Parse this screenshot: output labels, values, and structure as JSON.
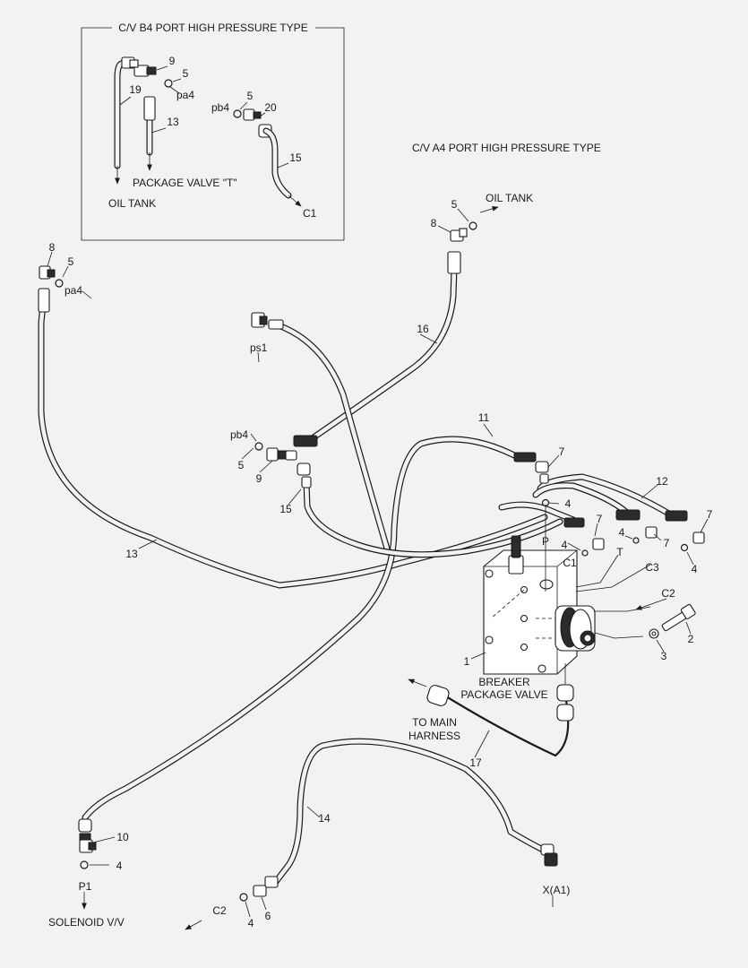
{
  "inset": {
    "title": "C/V B4 PORT HIGH PRESSURE TYPE",
    "oil_tank": "OIL TANK",
    "package_valve_t": "PACKAGE VALVE \"T\"",
    "c1": "C1",
    "pa4": "pa4",
    "pb4": "pb4",
    "callouts": {
      "n9": "9",
      "n5a": "5",
      "n19": "19",
      "n13": "13",
      "n5b": "5",
      "n20": "20",
      "n15": "15"
    }
  },
  "main": {
    "a4_title": "C/V A4 PORT HIGH PRESSURE TYPE",
    "oil_tank": "OIL TANK",
    "pa4": "pa4",
    "ps1": "ps1",
    "pb4": "pb4",
    "ports": {
      "p": "P",
      "t": "T",
      "c1": "C1",
      "c2": "C2",
      "c3": "C3",
      "p1": "P1",
      "c2_bottom": "C2",
      "xa1": "X(A1)"
    },
    "breaker_line1": "BREAKER",
    "breaker_line2": "PACKAGE VALVE",
    "to_main_line1": "TO MAIN",
    "to_main_line2": "HARNESS",
    "solenoid": "SOLENOID V/V",
    "callouts": {
      "n8a": "8",
      "n5a": "5",
      "n5b": "5",
      "n8b": "8",
      "n16": "16",
      "n11": "11",
      "n5c": "5",
      "n9": "9",
      "n15": "15",
      "n7a": "7",
      "n4a": "4",
      "n12": "12",
      "n7b": "7",
      "n4b": "4",
      "n7c": "7",
      "n4c": "4",
      "n7d": "7",
      "n4d": "4",
      "n13": "13",
      "n1": "1",
      "n2": "2",
      "n3": "3",
      "n17": "17",
      "n14": "14",
      "n10": "10",
      "n4e": "4",
      "n4f": "4",
      "n6": "6"
    }
  }
}
